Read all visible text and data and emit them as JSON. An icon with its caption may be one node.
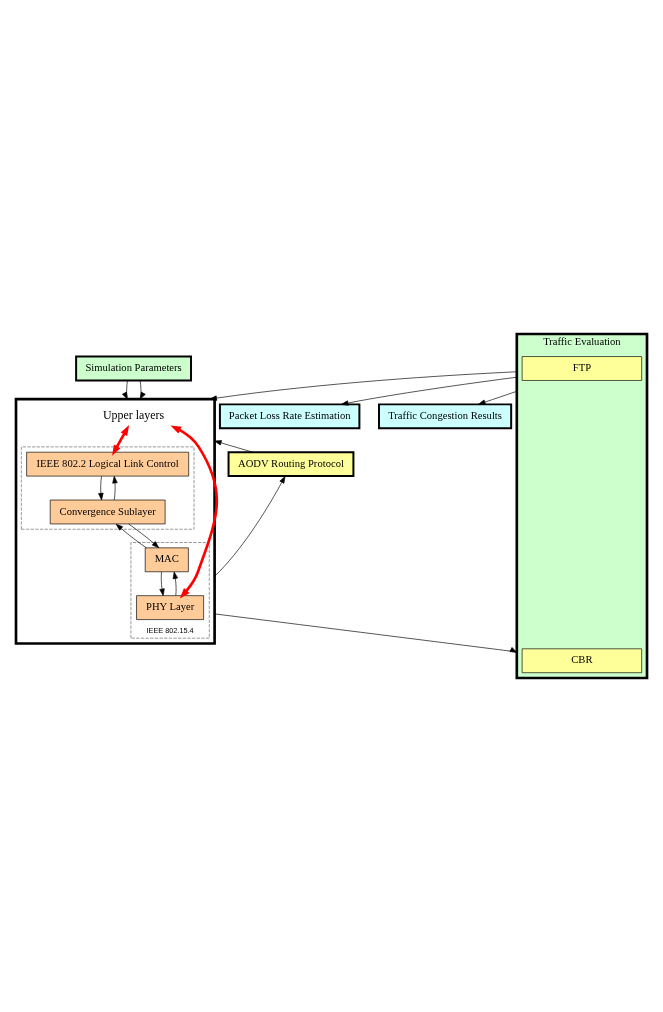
{
  "diagram": {
    "nodes": [
      {
        "text": [
          "Simulation Parameters"
        ]
      },
      {
        "text": [],
        "shape": "box"
      },
      {
        "text": [
          "Upper layers"
        ],
        "in": 1
      },
      {
        "text": [],
        "shape": "box",
        "in": 1
      },
      {
        "text": [
          "IEEE 802.2 Logical Link Control"
        ],
        "in": 3
      },
      {
        "text": [
          "Convergence Sublayer"
        ],
        "in": 3
      },
      {
        "text": [
          "IEEE 802.15.4"
        ],
        "in": 1
      },
      {
        "text": [
          "MAC"
        ],
        "in": 6
      },
      {
        "text": [
          "PHY Layer"
        ],
        "in": 6
      },
      {
        "text": [
          "AODV Routing Protocol"
        ]
      },
      {
        "text": [
          "Traffic Evaluation"
        ]
      },
      {
        "text": [
          "CBR"
        ],
        "in": 10
      },
      {
        "text": [
          "FTP"
        ],
        "in": 10
      },
      {
        "text": [
          "Packet Loss Rate Estimation"
        ]
      },
      {
        "text": [
          "Traffic Congestion Results"
        ]
      }
    ],
    "edges": [
      {
        "from": 0,
        "to": 1,
        "arrow": "to"
      },
      {
        "from": 0,
        "to": 1,
        "arrow": "to"
      },
      {
        "from": 1,
        "to": 9,
        "arrow": "to"
      },
      {
        "from": 9,
        "to": 1,
        "arrow": "to"
      },
      {
        "from": 2,
        "to": 4,
        "arrow": "both",
        "style": "thick",
        "color": "#ff0000"
      },
      {
        "from": 2,
        "to": 8,
        "arrow": "both",
        "style": "thick",
        "color": "#ff0000"
      },
      {
        "from": 4,
        "to": 5,
        "arrow": "to"
      },
      {
        "from": 5,
        "to": 4,
        "arrow": "to"
      },
      {
        "from": 5,
        "to": 7,
        "arrow": "to"
      },
      {
        "from": 7,
        "to": 5,
        "arrow": "to"
      },
      {
        "from": 7,
        "to": 8,
        "arrow": "to"
      },
      {
        "from": 8,
        "to": 7,
        "arrow": "to"
      },
      {
        "from": 1,
        "to": 10,
        "arrow": "to"
      },
      {
        "from": 10,
        "to": 1,
        "arrow": "to"
      },
      {
        "from": 10,
        "to": 13,
        "arrow": "to"
      },
      {
        "from": 10,
        "to": 14,
        "arrow": "to"
      }
    ]
  }
}
